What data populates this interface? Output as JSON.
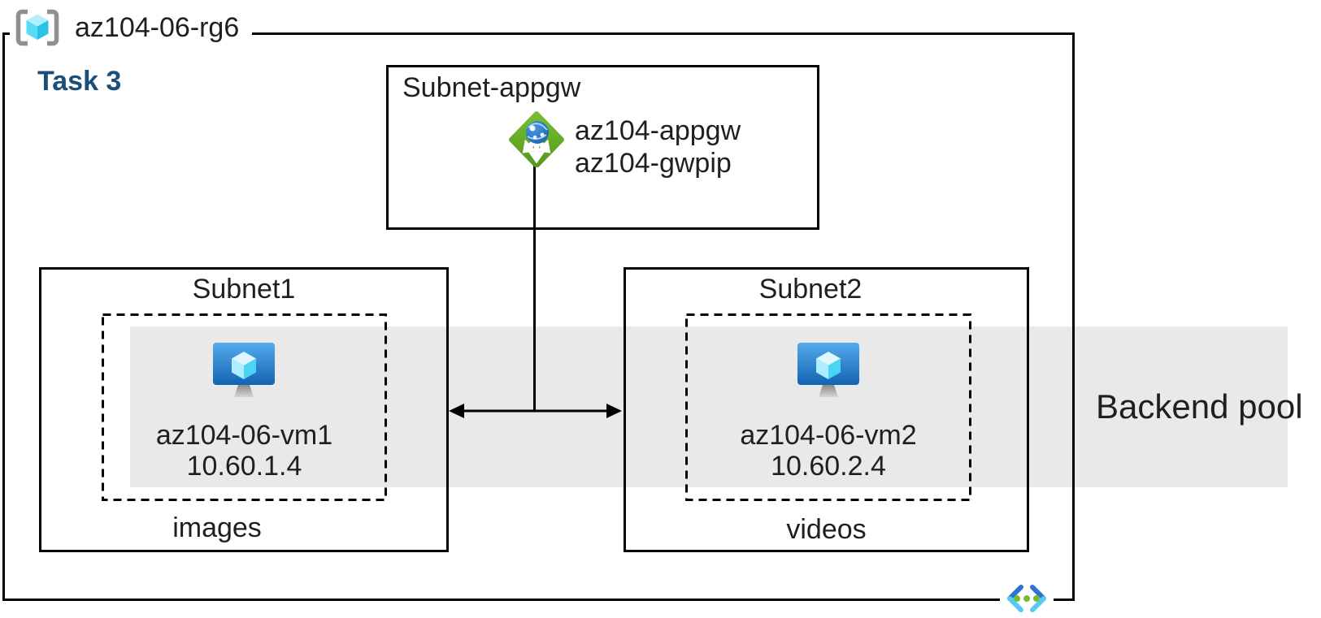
{
  "diagram": {
    "resource_group": {
      "name": "az104-06-rg6",
      "icon": "resource-group-icon"
    },
    "task": {
      "label": "Task 3"
    },
    "appgw_subnet": {
      "title": "Subnet-appgw",
      "gateway_name": "az104-appgw",
      "gateway_public_ip": "az104-gwpip",
      "icon": "application-gateway-icon"
    },
    "subnets": [
      {
        "title": "Subnet1",
        "vm_name": "az104-06-vm1",
        "vm_ip": "10.60.1.4",
        "container_label": "images",
        "vm_icon": "virtual-machine-icon"
      },
      {
        "title": "Subnet2",
        "vm_name": "az104-06-vm2",
        "vm_ip": "10.60.2.4",
        "container_label": "videos",
        "vm_icon": "virtual-machine-icon"
      }
    ],
    "backend_pool": {
      "label": "Backend pool"
    },
    "footer": {
      "icon": "virtual-network-icon"
    },
    "colors": {
      "task_label": "#1B4E79",
      "backend_band": "#E9E9E9",
      "gateway_green": "#68B42C",
      "vm_blue": "#2E86D8",
      "cube_cyan": "#50E6FF",
      "vnet_dot_green": "#76BC2D",
      "line_black": "#000000"
    }
  }
}
